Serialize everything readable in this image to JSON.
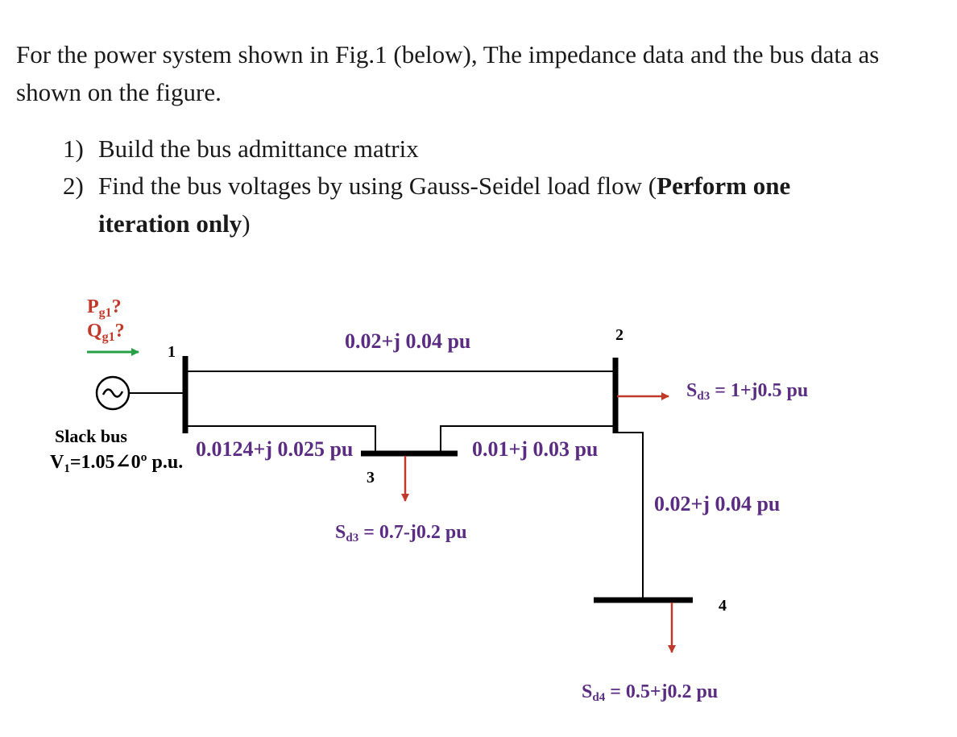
{
  "intro": "For the power  system shown in Fig.1 (below), The impedance data and the bus data as shown on the figure.",
  "tasks": [
    {
      "num": "1)",
      "text": "Build the bus admittance matrix"
    },
    {
      "num": "2)",
      "pre": "Find the bus voltages by using Gauss-Seidel load flow (",
      "bold1": "Perform one",
      "bold2": "iteration only",
      "post": ")"
    }
  ],
  "diagram": {
    "generator": {
      "p_main": "P",
      "p_sub": "g1",
      "p_q": "?",
      "q_main": "Q",
      "q_sub": "g1",
      "q_q": "?"
    },
    "slack": {
      "title": "Slack bus",
      "v_main": "V",
      "v_sub": "1",
      "v_value": "=1.05∠0º p.u."
    },
    "buses": [
      "1",
      "2",
      "3",
      "4"
    ],
    "lines": {
      "l12": "0.02+j 0.04 pu",
      "l13": "0.0124+j 0.025 pu",
      "l23": "0.01+j 0.03 pu",
      "l24": "0.02+j 0.04 pu"
    },
    "loads": {
      "bus2": {
        "main": "S",
        "sub": "d3",
        "value": " = 1+j0.5 pu"
      },
      "bus3": {
        "main": "S",
        "sub": "d3",
        "value": " = 0.7-j0.2 pu"
      },
      "bus4": {
        "main": "S",
        "sub": "d4",
        "value": " = 0.5+j0.2 pu"
      }
    },
    "colors": {
      "purple": "#5a2d82",
      "red": "#c0392b",
      "green": "#27a048",
      "black": "#000000"
    }
  }
}
